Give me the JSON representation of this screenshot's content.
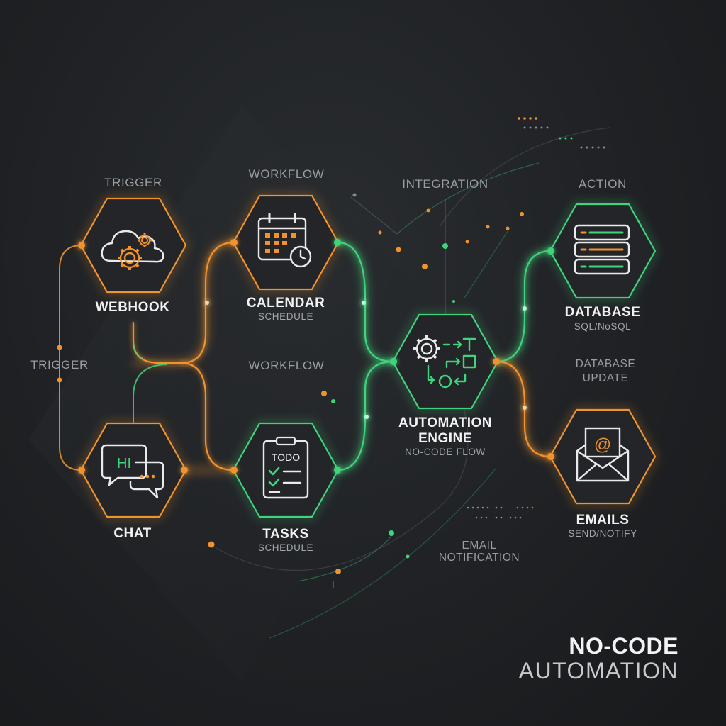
{
  "stages": {
    "trigger_top": "TRIGGER",
    "trigger_side": "TRIGGER",
    "workflow_top": "WORKFLOW",
    "workflow_mid": "WORKFLOW",
    "integration": "INTEGRATION",
    "action": "ACTION"
  },
  "nodes": {
    "webhook": {
      "title": "WEBHOOK",
      "icon": "cloud-gears-icon",
      "accent": "#f0922e"
    },
    "chat": {
      "title": "CHAT",
      "icon": "chat-bubbles-icon",
      "bubble_text": "HI",
      "accent": "#f0922e"
    },
    "calendar": {
      "title": "CALENDAR",
      "subtitle": "SCHEDULE",
      "icon": "calendar-clock-icon",
      "accent": "#f0922e"
    },
    "tasks": {
      "title": "TASKS",
      "subtitle": "SCHEDULE",
      "icon": "todo-clipboard-icon",
      "clipboard_text": "TODO",
      "accent": "#3fd37b"
    },
    "engine": {
      "title_line1": "AUTOMATION",
      "title_line2": "ENGINE",
      "subtitle": "NO-CODE FLOW",
      "icon": "gear-flow-icon",
      "accent": "#3fd37b"
    },
    "database": {
      "title": "DATABASE",
      "subtitle": "SQL/NoSQL",
      "icon": "server-stack-icon",
      "accent": "#3fd37b"
    },
    "emails": {
      "title": "EMAILS",
      "subtitle": "SEND/NOTIFY",
      "icon": "envelope-at-icon",
      "at_symbol": "@",
      "accent": "#f0922e"
    }
  },
  "notes": {
    "database_update_line1": "DATABASE",
    "database_update_line2": "UPDATE",
    "email_notification_line1": "EMAIL",
    "email_notification_line2": "NOTIFICATION"
  },
  "brand": {
    "line1": "NO-CODE",
    "line2": "AUTOMATION"
  },
  "colors": {
    "orange": "#f0922e",
    "green": "#3fd37b",
    "background": "#1f2124",
    "node_fill": "#232528"
  }
}
